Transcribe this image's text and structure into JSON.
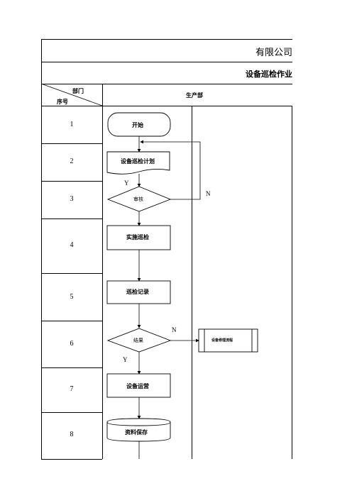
{
  "header": {
    "company": "有限公司",
    "form_title": "设备巡检作业"
  },
  "table": {
    "dept_label": "部门",
    "seq_label": "序号",
    "dept_name": "生产部",
    "rows": [
      "1",
      "2",
      "3",
      "4",
      "5",
      "6",
      "7",
      "8"
    ]
  },
  "flow": {
    "start": "开始",
    "plan": "设备巡检计划",
    "review": "审核",
    "inspect": "实施巡检",
    "record": "巡检记录",
    "result": "结果",
    "ledger": "设备运营",
    "archive": "资料保存",
    "repair_process": "设备修理流程",
    "yes": "Y",
    "no": "N"
  }
}
